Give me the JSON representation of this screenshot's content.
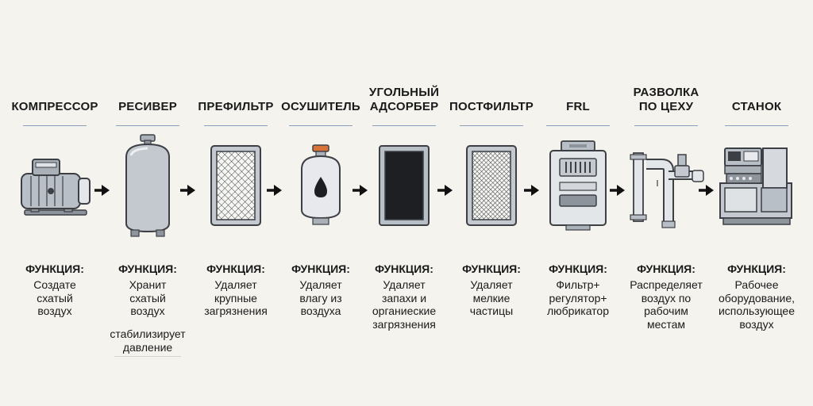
{
  "stages": [
    {
      "title": "КОМПРЕССОР",
      "icon": "compressor-icon",
      "function_label": "ФУНКЦИЯ:",
      "description": "Создате\nсхатый\nвоздух"
    },
    {
      "title": "РЕСИВЕР",
      "icon": "receiver-tank-icon",
      "function_label": "ФУНКЦИЯ:",
      "description": "Хранит\nсхатый\nвоздух",
      "note": "стабилизирует\nдавление"
    },
    {
      "title": "ПРЕФИЛЬТР",
      "icon": "prefilter-icon",
      "function_label": "ФУНКЦИЯ:",
      "description": "Удаляет\nкрупные\nзагрязнения"
    },
    {
      "title": "ОСУШИТЕЛЬ",
      "icon": "dryer-icon",
      "function_label": "ФУНКЦИЯ:",
      "description": "Удаляет\nвлагу из\nвоздуха"
    },
    {
      "title": "УГОЛЬНЫЙ\nАДСОРБЕР",
      "icon": "carbon-adsorber-icon",
      "function_label": "ФУНКЦИЯ:",
      "description": "Удаляет\nзапахи и\nорганиеские\nзагрязнения"
    },
    {
      "title": "ПОСТФИЛЬТР",
      "icon": "postfilter-icon",
      "function_label": "ФУНКЦИЯ:",
      "description": "Удаляет\nмелкие\nчастицы"
    },
    {
      "title": "FRL",
      "icon": "frl-unit-icon",
      "function_label": "ФУНКЦИЯ:",
      "description": "Фильтр+\nрегулятор+\nлюбрикатор"
    },
    {
      "title": "РАЗВОЛКА\nПО ЦЕХУ",
      "icon": "piping-icon",
      "function_label": "ФУНКЦИЯ:",
      "description": "Распределяет\nвоздух по\nрабочим\nместам"
    },
    {
      "title": "СТАНОК",
      "icon": "machine-tool-icon",
      "function_label": "ФУНКЦИЯ:",
      "description": "Рабочее\nоборудование,\nиспользующее\nвоздух"
    }
  ],
  "colors": {
    "background": "#f4f3ee",
    "underline": "#8aa0bd",
    "metal": "#c4c9cf",
    "metal_dark": "#8d949c",
    "outline": "#3c3f44",
    "dryer_cap": "#d8733a",
    "carbon": "#1e1f22"
  }
}
